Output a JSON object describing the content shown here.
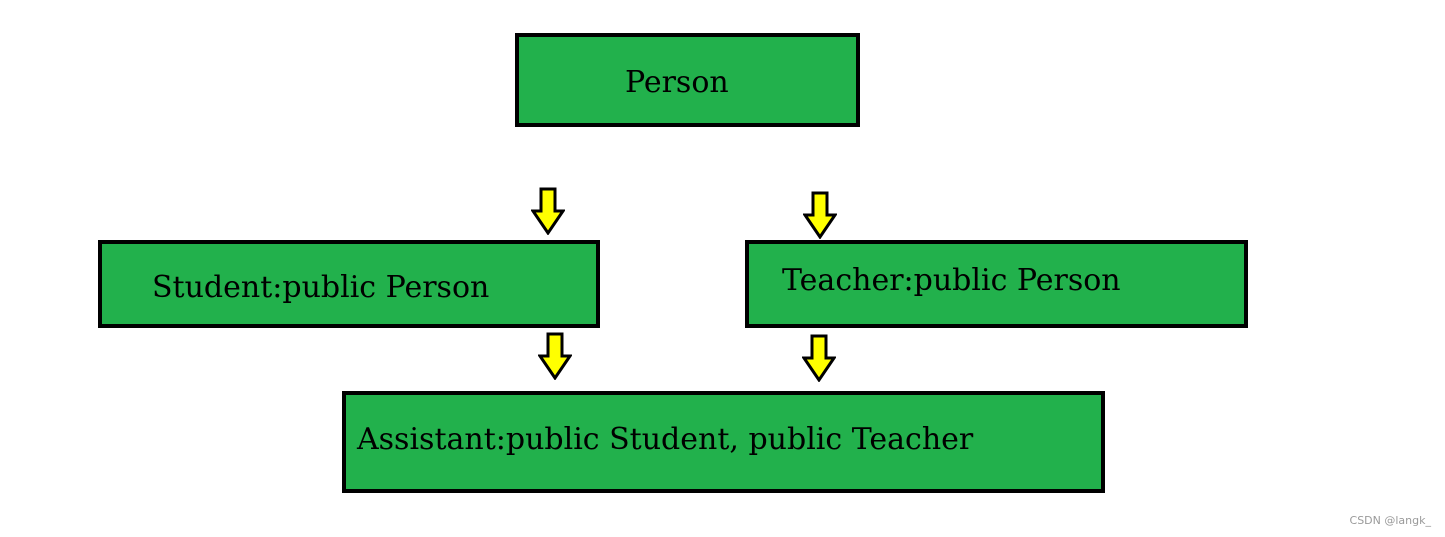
{
  "diagram": {
    "nodes": {
      "person": "Person",
      "student": "Student:public Person",
      "teacher": "Teacher:public Person",
      "assistant": "Assistant:public Student, public Teacher"
    },
    "edges": [
      {
        "from": "person",
        "to": "student"
      },
      {
        "from": "person",
        "to": "teacher"
      },
      {
        "from": "student",
        "to": "assistant"
      },
      {
        "from": "teacher",
        "to": "assistant"
      }
    ],
    "colors": {
      "box_fill": "#22b14c",
      "box_border": "#000000",
      "arrow_fill": "#ffff00"
    }
  },
  "watermark": "CSDN @langk_"
}
